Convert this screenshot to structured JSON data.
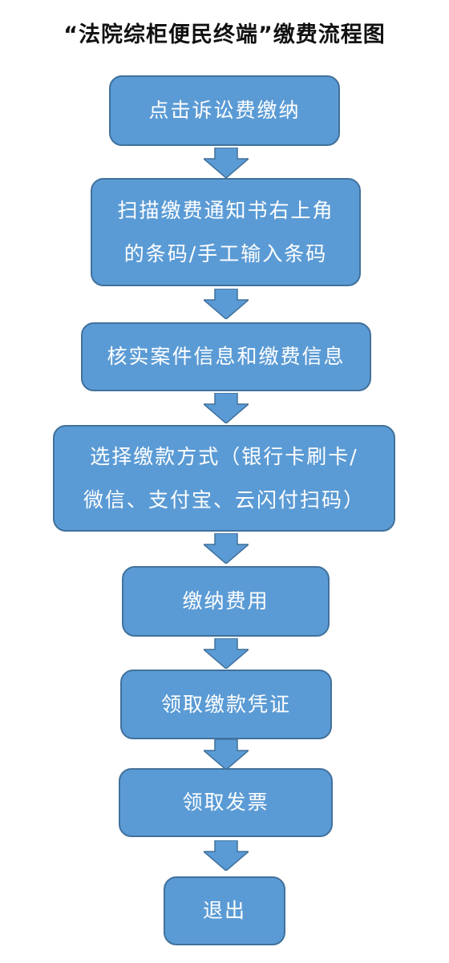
{
  "title": "“法院综柜便民终端”缴费流程图",
  "steps": [
    {
      "lines": [
        "点击诉讼费缴纳"
      ]
    },
    {
      "lines": [
        "扫描缴费通知书右上角",
        "的条码/手工输入条码"
      ]
    },
    {
      "lines": [
        "核实案件信息和缴费信息"
      ]
    },
    {
      "lines": [
        "选择缴款方式（银行卡刷卡/",
        "微信、支付宝、云闪付扫码）"
      ]
    },
    {
      "lines": [
        "缴纳费用"
      ]
    },
    {
      "lines": [
        "领取缴款凭证"
      ]
    },
    {
      "lines": [
        "领取发票"
      ]
    },
    {
      "lines": [
        "退出"
      ]
    }
  ],
  "colors": {
    "box_fill": "#5b9bd5",
    "box_border": "#41719c",
    "text": "#ffffff",
    "arrow_fill": "#5b9bd5"
  },
  "icons": {
    "connector": "down-arrow-icon"
  }
}
